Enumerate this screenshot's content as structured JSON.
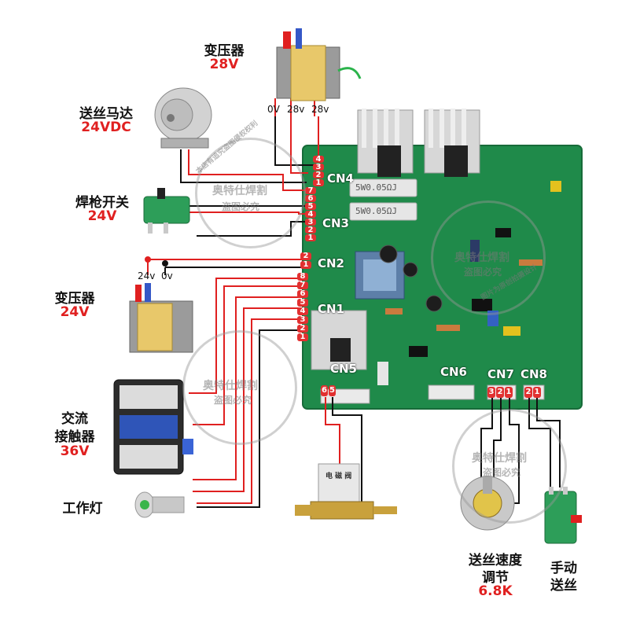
{
  "components": {
    "transformer_top": {
      "name": "变压器",
      "value": "28V"
    },
    "motor": {
      "name": "送丝马达",
      "value": "24VDC"
    },
    "torch_switch": {
      "name": "焊枪开关",
      "value": "24V"
    },
    "transformer_mid": {
      "name": "变压器",
      "value": "24V"
    },
    "contactor": {
      "name_line1": "交流",
      "name_line2": "接触器",
      "value": "36V"
    },
    "work_lamp": {
      "name": "工作灯"
    },
    "speed_pot": {
      "name_line1": "送丝速度",
      "name_line2": "调节",
      "value": "6.8K"
    },
    "manual_feed": {
      "name_line1": "手动",
      "name_line2": "送丝"
    }
  },
  "wire_labels": {
    "v0": "0V",
    "v28a": "28v",
    "v28b": "28v",
    "v24": "24v",
    "v0b": "0v"
  },
  "connectors": [
    "CN1",
    "CN2",
    "CN3",
    "CN4",
    "CN5",
    "CN6",
    "CN7",
    "CN8"
  ],
  "pins": {
    "cn4": [
      "4",
      "3",
      "2",
      "1"
    ],
    "cn3": [
      "7",
      "6",
      "5",
      "4",
      "3",
      "2",
      "1"
    ],
    "cn2": [
      "2",
      "1"
    ],
    "cn1": [
      "8",
      "7",
      "6",
      "5",
      "4",
      "3",
      "2",
      "1"
    ],
    "cn5": [
      "6",
      "5"
    ],
    "cn7": [
      "3",
      "2",
      "1"
    ],
    "cn8": [
      "2",
      "1"
    ]
  },
  "board_text": {
    "resistor1": "5W0.05ΩJ",
    "resistor2": "5W0.05ΩJ",
    "valve": "电 磁 阀"
  },
  "watermarks": {
    "brand": "奥特仕焊割",
    "warn": "盗图必究",
    "ring_a": "本店有追究盗图侵权权利",
    "ring_b": "图片为原创拍摄设计"
  },
  "colors": {
    "board": "#1f8a4a",
    "wire_red": "#e02020",
    "wire_black": "#111111",
    "pin_red": "#e23030"
  }
}
